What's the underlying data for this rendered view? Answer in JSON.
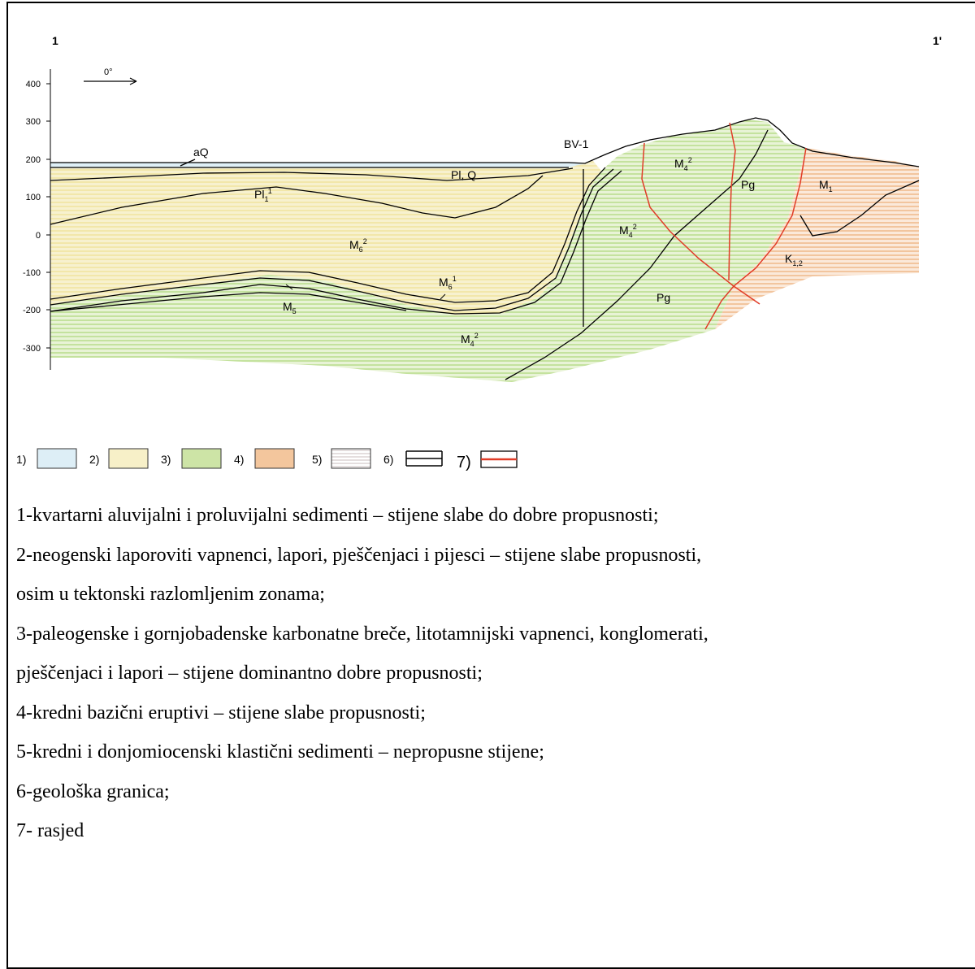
{
  "section": {
    "start_label": "1",
    "end_label": "1'",
    "orientation_label": "0°",
    "y_axis_ticks": [
      "400",
      "300",
      "200",
      "100",
      "0",
      "-100",
      "-200",
      "-300"
    ],
    "borehole_label": "BV-1",
    "unit_labels": {
      "aq": "aQ",
      "plq": "Pl, Q",
      "pl1": {
        "base": "Pl",
        "sub": "1",
        "sup": "1"
      },
      "m6_2": {
        "base": "M",
        "sub": "6",
        "sup": "2"
      },
      "m6_1": {
        "base": "M",
        "sub": "6",
        "sup": "1"
      },
      "m5": {
        "base": "M",
        "sub": "5"
      },
      "m4_2_bottom": {
        "base": "M",
        "sub": "4",
        "sup": "2"
      },
      "m4_2_mid": {
        "base": "M",
        "sub": "4",
        "sup": "2"
      },
      "m4_2_top": {
        "base": "M",
        "sub": "4",
        "sup": "2"
      },
      "pg_top": "Pg",
      "pg_bottom": "Pg",
      "m1": {
        "base": "M",
        "sub": "1"
      },
      "k12": {
        "base": "K",
        "sub": "1,2"
      }
    },
    "colors": {
      "quaternary": "#dff0f7",
      "neogene": "#f5eec0",
      "paleogene": "#cfe6a8",
      "basic_eruptives": "#f4c8a0",
      "clastics": "#e0d6d6",
      "boundary": "#000000",
      "fault": "#e03c28"
    }
  },
  "legend_keys": [
    "1)",
    "2)",
    "3)",
    "4)",
    "5)",
    "6)",
    "7)"
  ],
  "legend_descriptions": [
    "1-kvartarni aluvijalni i proluvijalni sedimenti – stijene slabe do dobre propusnosti;",
    "2-neogenski laporoviti vapnenci, lapori, pješčenjaci i pijesci – stijene slabe propusnosti,",
    "osim u tektonski razlomljenim zonama;",
    "3-paleogenske i gornjobadenske karbonatne breče, litotamnijski vapnenci, konglomerati,",
    "pješčenjaci i lapori – stijene dominantno dobre propusnosti;",
    "4-kredni bazični eruptivi – stijene slabe propusnosti;",
    "5-kredni i donjomiocenski klastični sedimenti – nepropusne stijene;",
    "6-geološka granica;",
    "7- rasjed"
  ]
}
